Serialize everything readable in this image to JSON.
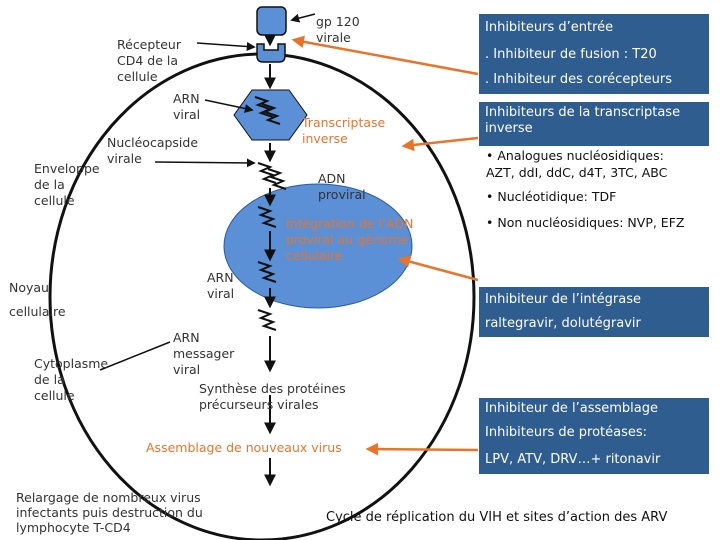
{
  "cycle": {
    "gp120": "gp 120 virale",
    "cd4": "Récepteur CD4 de la cellule",
    "arn_viral_1": "ARN viral",
    "nucleocapside": "Nucléocapside virale",
    "enveloppe": "Enveloppe de la cellule",
    "transcriptase": "Transcriptase inverse",
    "adn_proviral": "ADN proviral",
    "integration": "Intégration de l’ADN proviral au génome cellulaire",
    "noyau": "Noyau cellulaire",
    "arn_viral_2": "ARN viral",
    "arn_messager": "ARN messager viral",
    "cytoplasme": "Cytoplasme de la cellule",
    "synthese": "Synthèse des protéines précurseurs virales",
    "assemblage": "Assemblage de nouveaux virus",
    "relargage": "Relargage de nombreux virus infectants puis destruction du lymphocyte T-CD4"
  },
  "inhibitors": {
    "entry_title": "Inhibiteurs d’entrée",
    "entry_1": ". Inhibiteur de fusion : T20",
    "entry_2": ". Inhibiteur des corécepteurs",
    "rt_title": "Inhibiteurs de la transcriptase inverse",
    "rt_1_bold": "• Analogues nucléosidiques:",
    "rt_1_list": "AZT, ddI, ddC, d4T, 3TC, ABC",
    "rt_2_bold": "• Nucléotidique:",
    "rt_2_list": " TDF",
    "rt_3_bold": "• Non nucléosidiques",
    "rt_3_list": ": NVP, EFZ",
    "integrase_title": "Inhibiteur de l’intégrase",
    "integrase_list": "raltegravir, dolutégravir",
    "assembly_title": "Inhibiteur de l’assemblage",
    "protease_title": "Inhibiteurs de protéases:",
    "protease_list": "LPV, ATV, DRV…+ ritonavir"
  },
  "caption": "Cycle de réplication du VIH et sites d’action des ARV",
  "colors": {
    "accent": "#e8742c",
    "box": "#2f5d8f",
    "nucleus": "#5b8fd6",
    "virus": "#5b8fd6"
  }
}
